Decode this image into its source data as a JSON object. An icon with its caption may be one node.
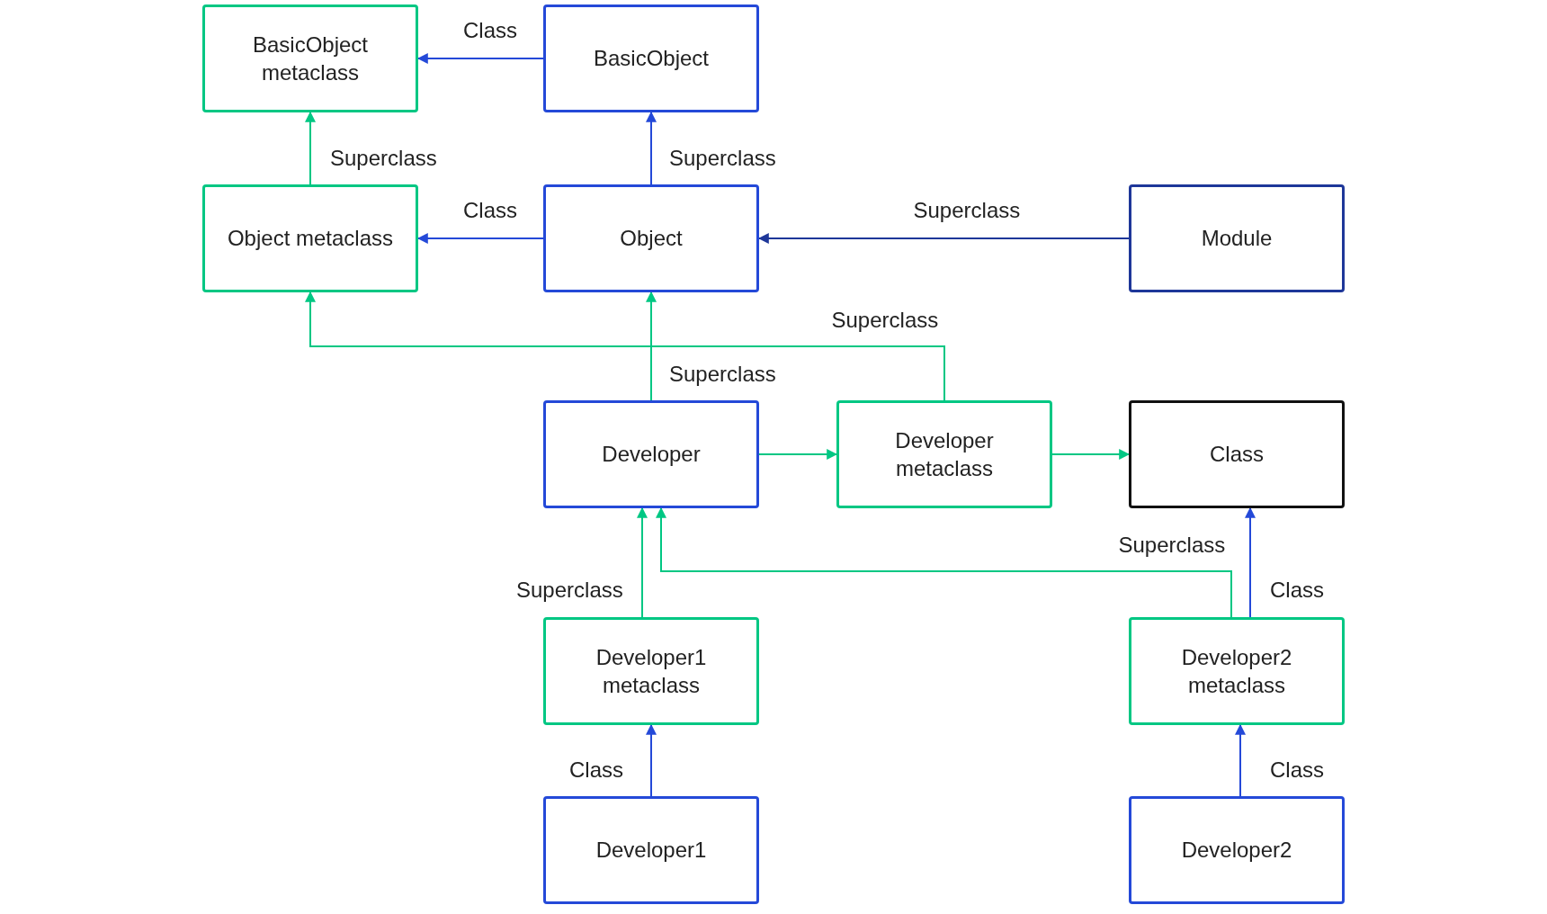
{
  "diagram": {
    "nodes": [
      {
        "text": [
          "BasicObject metaclass"
        ]
      },
      {
        "text": [
          "BasicObject"
        ]
      },
      {
        "text": [
          "Object metaclass"
        ]
      },
      {
        "text": [
          "Object"
        ]
      },
      {
        "text": [
          "Module"
        ]
      },
      {
        "text": [
          "Developer"
        ]
      },
      {
        "text": [
          "Developer metaclass"
        ]
      },
      {
        "text": [
          "Class"
        ]
      },
      {
        "text": [
          "Developer1 metaclass"
        ]
      },
      {
        "text": [
          "Developer2 metaclass"
        ]
      },
      {
        "text": [
          "Developer1"
        ]
      },
      {
        "text": [
          "Developer2"
        ]
      }
    ],
    "edges": [
      {
        "from": 1,
        "to": 0,
        "arrow": "to",
        "label": "Class",
        "color": "#2449d8"
      },
      {
        "from": 2,
        "to": 0,
        "arrow": "to",
        "label": "Superclass"
      },
      {
        "from": 3,
        "to": 1,
        "arrow": "to",
        "label": "Superclass",
        "color": "#2449d8"
      },
      {
        "from": 3,
        "to": 2,
        "arrow": "to",
        "label": "Class",
        "color": "#2449d8"
      },
      {
        "from": 4,
        "to": 3,
        "arrow": "to",
        "label": "Superclass",
        "color": "#1e3799"
      },
      {
        "from": 5,
        "to": 3,
        "arrow": "to",
        "label": "Superclass"
      },
      {
        "from": 6,
        "to": 2,
        "arrow": "to",
        "label": "Superclass"
      },
      {
        "from": 5,
        "to": 6,
        "arrow": "to"
      },
      {
        "from": 6,
        "to": 7,
        "arrow": "to"
      },
      {
        "from": 8,
        "to": 5,
        "arrow": "to",
        "label": "Superclass"
      },
      {
        "from": 9,
        "to": 5,
        "arrow": "to",
        "label": "Superclass"
      },
      {
        "from": 9,
        "to": 7,
        "arrow": "to",
        "label": "Class",
        "color": "#2449d8"
      },
      {
        "from": 10,
        "to": 8,
        "arrow": "to",
        "label": "Class",
        "color": "#2449d8"
      },
      {
        "from": 11,
        "to": 9,
        "arrow": "to",
        "label": "Class",
        "color": "#2449d8"
      }
    ]
  }
}
